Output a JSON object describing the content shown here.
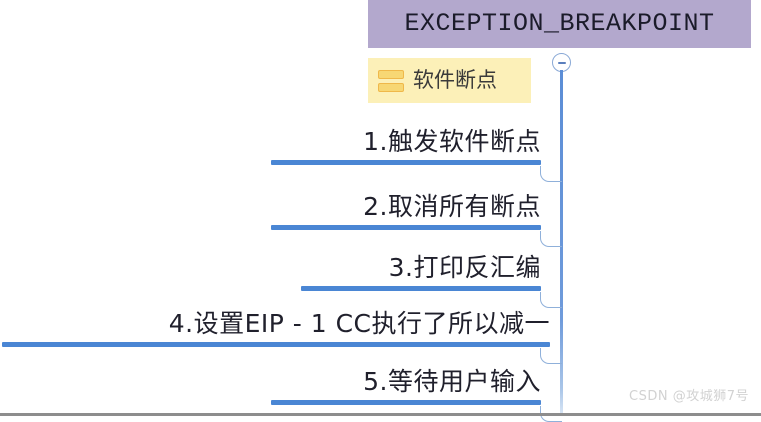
{
  "diagram": {
    "root": {
      "label": "EXCEPTION_BREAKPOINT",
      "background_color": "#b3a8cd"
    },
    "topic": {
      "label": "软件断点",
      "icon": "stacked-bars-icon",
      "background_color": "#fcf0b8"
    },
    "collapse_toggle": {
      "state": "expanded",
      "glyph": "minus-icon"
    },
    "branch_color": "#4a86d4",
    "leaves": [
      {
        "index": "1",
        "label": "1.触发软件断点"
      },
      {
        "index": "2",
        "label": "2.取消所有断点"
      },
      {
        "index": "3",
        "label": "3.打印反汇编"
      },
      {
        "index": "4",
        "label": "4.设置EIP - 1 CC执行了所以减一"
      },
      {
        "index": "5",
        "label": "5.等待用户输入"
      }
    ]
  },
  "watermark": {
    "text": "CSDN @攻城狮7号"
  }
}
